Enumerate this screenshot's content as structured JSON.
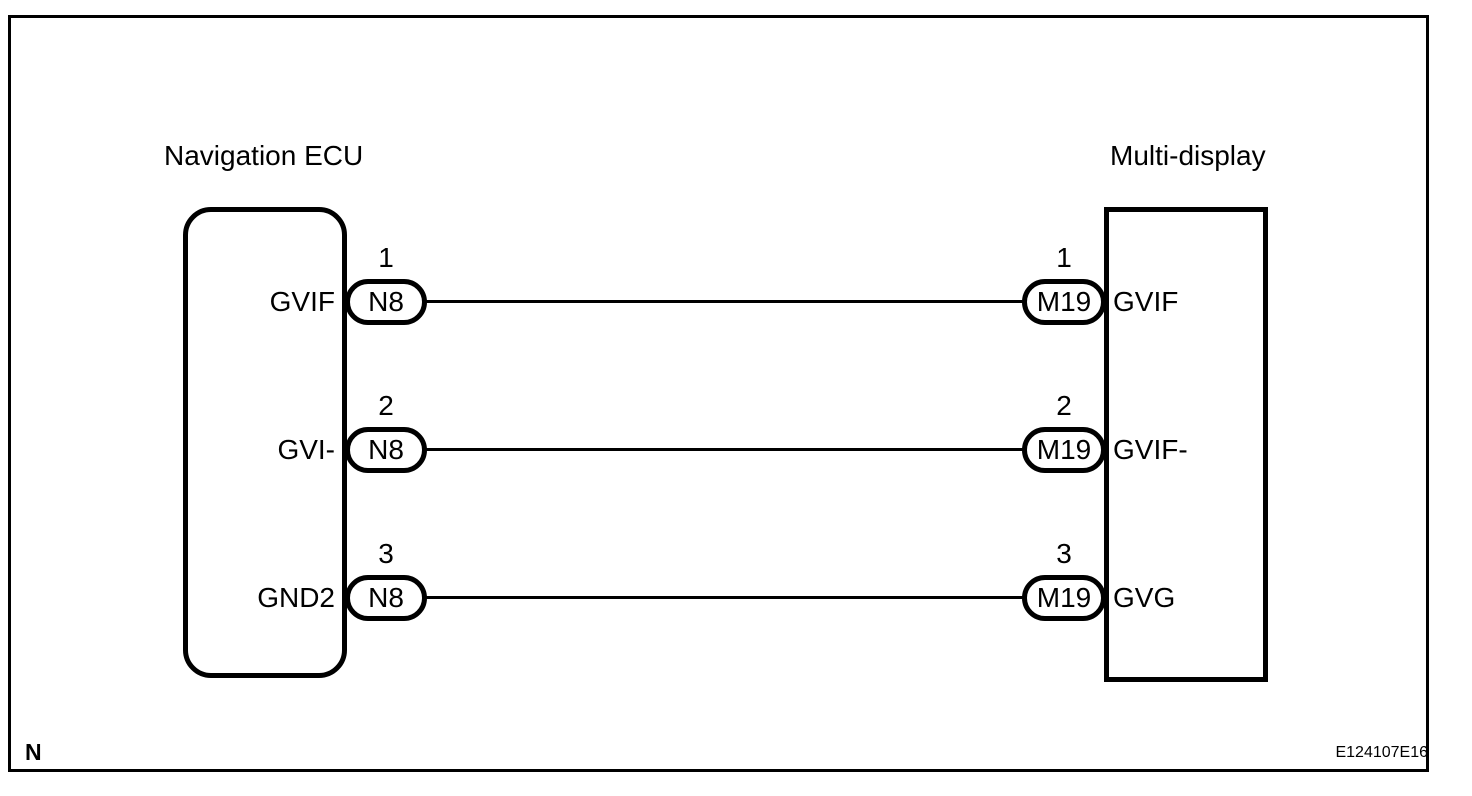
{
  "diagram": {
    "left_component": {
      "title": "Navigation ECU",
      "connector_code": "N8"
    },
    "right_component": {
      "title": "Multi-display",
      "connector_code": "M19"
    },
    "rows": [
      {
        "left_pin": "1",
        "left_signal": "GVIF",
        "left_connector": "N8",
        "right_pin": "1",
        "right_connector": "M19",
        "right_signal": "GVIF"
      },
      {
        "left_pin": "2",
        "left_signal": "GVI-",
        "left_connector": "N8",
        "right_pin": "2",
        "right_connector": "M19",
        "right_signal": "GVIF-"
      },
      {
        "left_pin": "3",
        "left_signal": "GND2",
        "left_connector": "N8",
        "right_pin": "3",
        "right_connector": "M19",
        "right_signal": "GVG"
      }
    ],
    "footer": {
      "page_marker": "N",
      "figure_code": "E124107E16"
    },
    "colors": {
      "line": "#000000",
      "background": "#ffffff"
    }
  }
}
